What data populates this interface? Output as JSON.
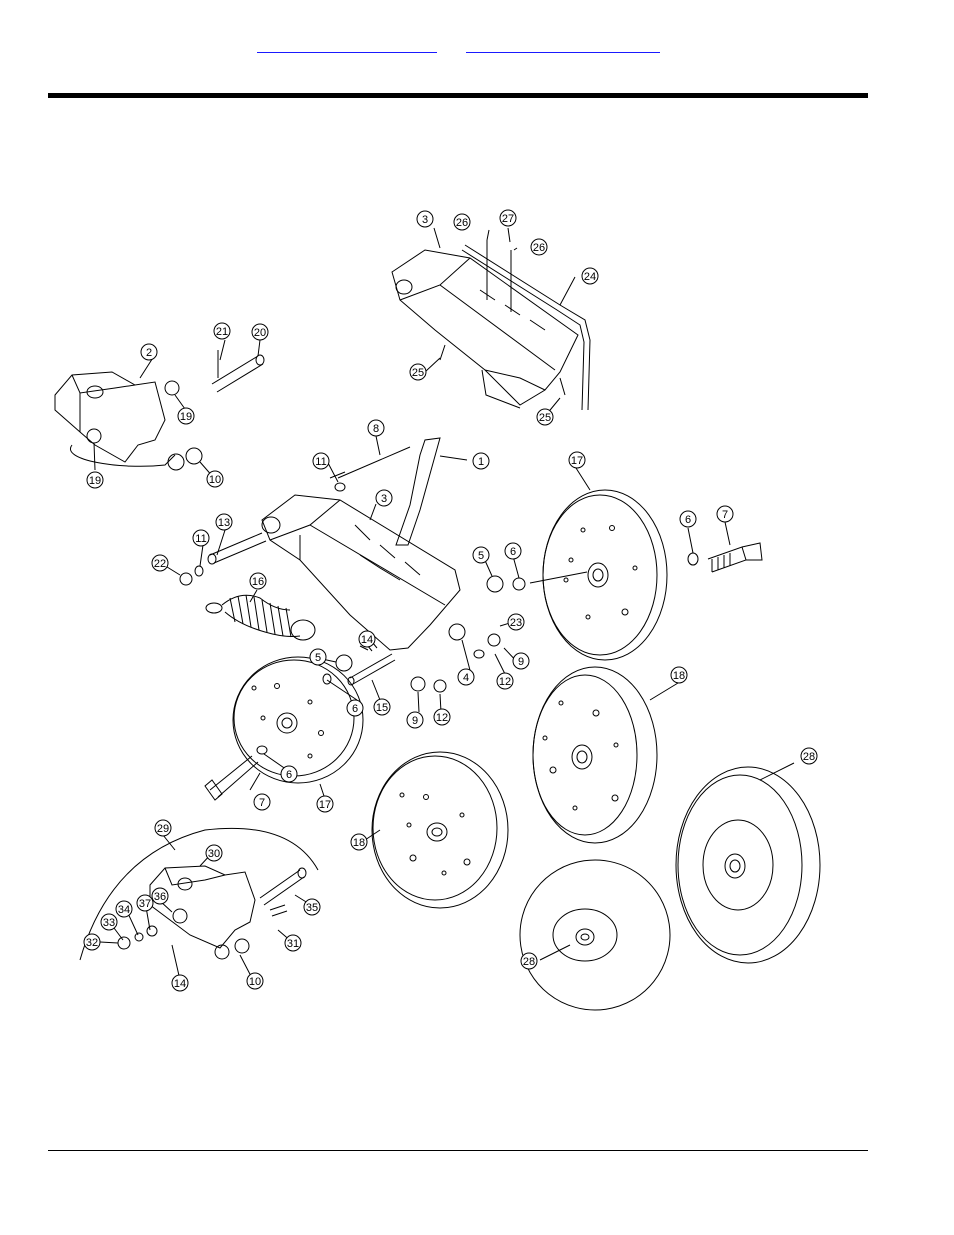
{
  "header": {
    "link_left": "",
    "link_right": ""
  },
  "callouts": [
    {
      "id": "c1",
      "text": "1"
    },
    {
      "id": "c2",
      "text": "2"
    },
    {
      "id": "c3a",
      "text": "3"
    },
    {
      "id": "c3b",
      "text": "3"
    },
    {
      "id": "c4",
      "text": "4"
    },
    {
      "id": "c5a",
      "text": "5"
    },
    {
      "id": "c5b",
      "text": "5"
    },
    {
      "id": "c6a",
      "text": "6"
    },
    {
      "id": "c6b",
      "text": "6"
    },
    {
      "id": "c6c",
      "text": "6"
    },
    {
      "id": "c6d",
      "text": "6"
    },
    {
      "id": "c7a",
      "text": "7"
    },
    {
      "id": "c7b",
      "text": "7"
    },
    {
      "id": "c8",
      "text": "8"
    },
    {
      "id": "c9a",
      "text": "9"
    },
    {
      "id": "c9b",
      "text": "9"
    },
    {
      "id": "c10a",
      "text": "10"
    },
    {
      "id": "c10b",
      "text": "10"
    },
    {
      "id": "c11a",
      "text": "11"
    },
    {
      "id": "c11b",
      "text": "11"
    },
    {
      "id": "c12a",
      "text": "12"
    },
    {
      "id": "c12b",
      "text": "12"
    },
    {
      "id": "c13",
      "text": "13"
    },
    {
      "id": "c14a",
      "text": "14"
    },
    {
      "id": "c14b",
      "text": "14"
    },
    {
      "id": "c15",
      "text": "15"
    },
    {
      "id": "c16",
      "text": "16"
    },
    {
      "id": "c17a",
      "text": "17"
    },
    {
      "id": "c17b",
      "text": "17"
    },
    {
      "id": "c18a",
      "text": "18"
    },
    {
      "id": "c18b",
      "text": "18"
    },
    {
      "id": "c19a",
      "text": "19"
    },
    {
      "id": "c19b",
      "text": "19"
    },
    {
      "id": "c20",
      "text": "20"
    },
    {
      "id": "c21",
      "text": "21"
    },
    {
      "id": "c22",
      "text": "22"
    },
    {
      "id": "c23",
      "text": "23"
    },
    {
      "id": "c24",
      "text": "24"
    },
    {
      "id": "c25a",
      "text": "25"
    },
    {
      "id": "c25b",
      "text": "25"
    },
    {
      "id": "c26a",
      "text": "26"
    },
    {
      "id": "c26b",
      "text": "26"
    },
    {
      "id": "c27",
      "text": "27"
    },
    {
      "id": "c28a",
      "text": "28"
    },
    {
      "id": "c28b",
      "text": "28"
    },
    {
      "id": "c29",
      "text": "29"
    },
    {
      "id": "c30",
      "text": "30"
    },
    {
      "id": "c31",
      "text": "31"
    },
    {
      "id": "c32",
      "text": "32"
    },
    {
      "id": "c33",
      "text": "33"
    },
    {
      "id": "c34",
      "text": "34"
    },
    {
      "id": "c35",
      "text": "35"
    },
    {
      "id": "c36",
      "text": "36"
    },
    {
      "id": "c37",
      "text": "37"
    }
  ]
}
